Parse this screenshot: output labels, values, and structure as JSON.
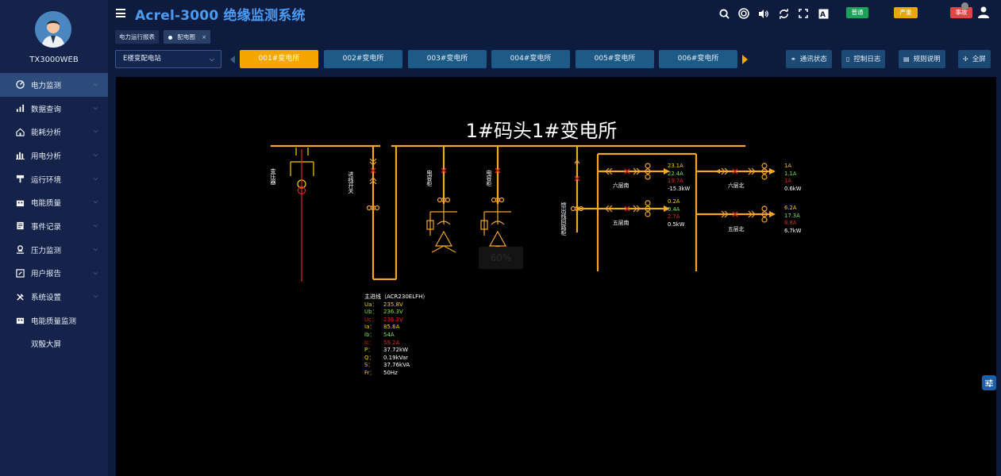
{
  "colors": {
    "accent_blue": "#4d9bf0",
    "active_tab": "#f5a600",
    "sub_tab": "#1d5a86",
    "busbar": "#f5a623",
    "breaker_red": "#e02525",
    "phase_a": "#f5d000",
    "phase_b": "#7ee05a",
    "phase_c": "#e02525"
  },
  "header": {
    "title": "Acrel-3000 绝缘监测系统",
    "badges": {
      "info": "普通",
      "warn": "严重",
      "alarm": "事故"
    },
    "icons": [
      "search-icon",
      "support-icon",
      "volume-icon",
      "refresh-icon",
      "fullscreen-icon",
      "text-size-icon",
      "user-icon"
    ]
  },
  "sidebar": {
    "username": "TX3000WEB",
    "items": [
      {
        "label": "电力监测",
        "icon": "power-monitor-icon",
        "active": true,
        "chevron": true
      },
      {
        "label": "数据查询",
        "icon": "bar-chart-icon",
        "chevron": true
      },
      {
        "label": "能耗分析",
        "icon": "home-icon",
        "chevron": true
      },
      {
        "label": "用电分析",
        "icon": "column-chart-icon",
        "chevron": true
      },
      {
        "label": "运行环境",
        "icon": "environment-icon",
        "chevron": true
      },
      {
        "label": "电能质量",
        "icon": "building-icon",
        "chevron": true
      },
      {
        "label": "事件记录",
        "icon": "event-icon",
        "chevron": true
      },
      {
        "label": "压力监测",
        "icon": "pressure-icon",
        "chevron": true
      },
      {
        "label": "用户报告",
        "icon": "report-icon",
        "chevron": true
      },
      {
        "label": "系统设置",
        "icon": "tools-icon",
        "chevron": true
      },
      {
        "label": "电能质量监测",
        "icon": "building-icon",
        "chevron": false
      },
      {
        "label": "双骰大屏",
        "icon": "",
        "chevron": false
      }
    ]
  },
  "tabs": {
    "items": [
      {
        "label": "电力运行报表"
      },
      {
        "label": "配电图",
        "closable": true,
        "active": true
      }
    ]
  },
  "toolbar": {
    "station": "E楼变配电站",
    "substations": [
      "001#变电所",
      "002#变电所",
      "003#变电所",
      "004#变电所",
      "005#变电所",
      "006#变电所"
    ],
    "active_index": 0,
    "buttons": {
      "comm": "通讯状态",
      "log": "控制日志",
      "rules": "规则说明",
      "fullscreen": "全屏"
    }
  },
  "diagram": {
    "title": "1#码头1#变电所",
    "ghost_label": "60%",
    "labels": {
      "transformer": "变压器",
      "incoming": "进线开关",
      "cap1": "电容柜",
      "cap2": "电容柜",
      "feeder": "馈出线回路柜"
    },
    "main_line": {
      "title": "主进线（ACR230ELFH）",
      "rows": [
        {
          "k": "Ua：",
          "v": "235.8V",
          "c": "a"
        },
        {
          "k": "Ub：",
          "v": "236.3V",
          "c": "b"
        },
        {
          "k": "Uc：",
          "v": "236.3V",
          "c": "c"
        },
        {
          "k": "Ia：",
          "v": "85.6A",
          "c": "a"
        },
        {
          "k": "Ib：",
          "v": "54A",
          "c": "b"
        },
        {
          "k": "Ic：",
          "v": "59.2A",
          "c": "c"
        },
        {
          "k": "P：",
          "v": "37.72kW",
          "c": "w"
        },
        {
          "k": "Q：",
          "v": "0.19kVar",
          "c": "w"
        },
        {
          "k": "S：",
          "v": "37.76kVA",
          "c": "w"
        },
        {
          "k": "Fr：",
          "v": "50Hz",
          "c": "w"
        }
      ]
    },
    "feeders": {
      "f1_name": "六层南",
      "f1": [
        "23.1A",
        "22.4A",
        "19.7A",
        "-15.3kW"
      ],
      "f2_name": "五层南",
      "f2": [
        "0.2A",
        "0.4A",
        "2.7A",
        "0.5kW"
      ],
      "f3_name": "六层北",
      "f3": [
        "1A",
        "1.1A",
        "1A",
        "0.6kW"
      ],
      "f4_name": "五层北",
      "f4": [
        "6.2A",
        "17.3A",
        "8.8A",
        "6.7kW"
      ]
    }
  }
}
